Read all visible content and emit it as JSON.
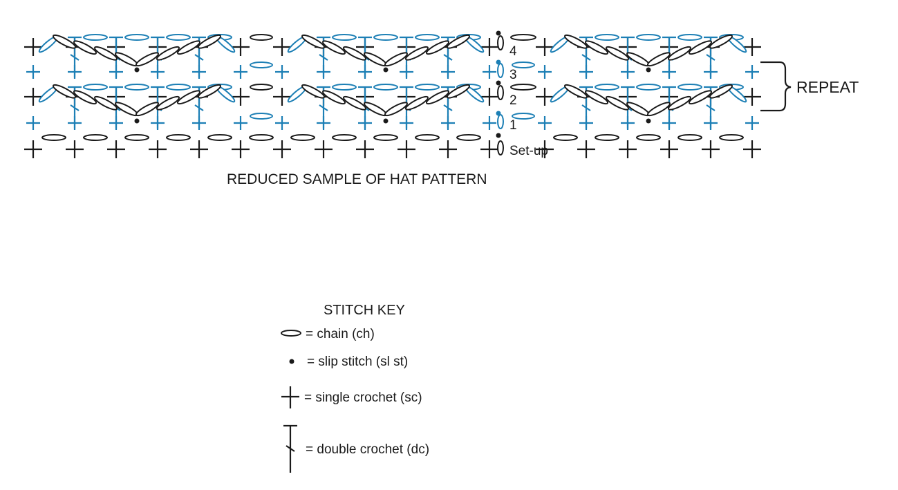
{
  "diagram": {
    "caption": "REDUCED SAMPLE OF HAT PATTERN",
    "repeat_label": "REPEAT",
    "row_labels": [
      "4",
      "3",
      "2",
      "1",
      "Set-up"
    ],
    "colors": {
      "ink": "#1a1a1a",
      "accent": "#1c7fb5"
    }
  },
  "stitch_key": {
    "title": "STITCH KEY",
    "items": [
      {
        "icon": "chain-icon",
        "label": "= chain (ch)"
      },
      {
        "icon": "slip-stitch-icon",
        "label": "= slip stitch (sl st)"
      },
      {
        "icon": "single-crochet-icon",
        "label": "= single crochet (sc)"
      },
      {
        "icon": "double-crochet-icon",
        "label": "= double crochet (dc)"
      }
    ]
  }
}
